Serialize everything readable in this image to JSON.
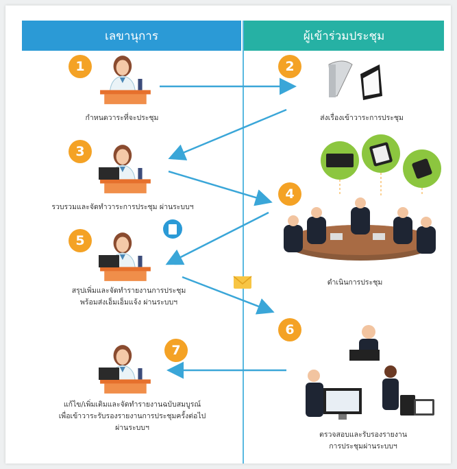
{
  "headers": {
    "secretary": "เลขานุการ",
    "participants": "ผู้เข้าร่วมประชุม"
  },
  "steps": [
    {
      "number": "1",
      "caption": "กำหนดวาระที่จะประชุม"
    },
    {
      "number": "2",
      "caption": "ส่งเรื่องเข้าวาระการประชุม"
    },
    {
      "number": "3",
      "caption": "รวบรวมและจัดทำวาระการประชุม ผ่านระบบฯ"
    },
    {
      "number": "4",
      "caption": "ดำเนินการประชุม"
    },
    {
      "number": "5",
      "caption_line1": "สรุปเพิ่มและจัดทำรายงานการประชุม",
      "caption_line2": "พร้อมส่งเอ็มเอ็มแจ้ง ผ่านระบบฯ"
    },
    {
      "number": "6",
      "caption_line1": "ตรวจสอบและรับรองรายงาน",
      "caption_line2": "การประชุมผ่านระบบฯ"
    },
    {
      "number": "7",
      "caption_line1": "แก้ไข/เพิ่มเติมและจัดทำรายงานฉบับสมบูรณ์",
      "caption_line2": "เพื่อเข้าวาระรับรองรายงานการประชุมครั้งต่อไป",
      "caption_line3": "ผ่านระบบฯ"
    }
  ],
  "colors": {
    "secretary_header": "#2b9ad6",
    "participants_header": "#26b1a4",
    "badge": "#f4a225",
    "arrow": "#3aa6d8",
    "device_circle": "#8cc63f"
  },
  "icons": [
    "secretary-figure",
    "projector-icon",
    "tablet-icon",
    "phone-icon",
    "laptop-icon",
    "mail-icon",
    "document-icon"
  ]
}
